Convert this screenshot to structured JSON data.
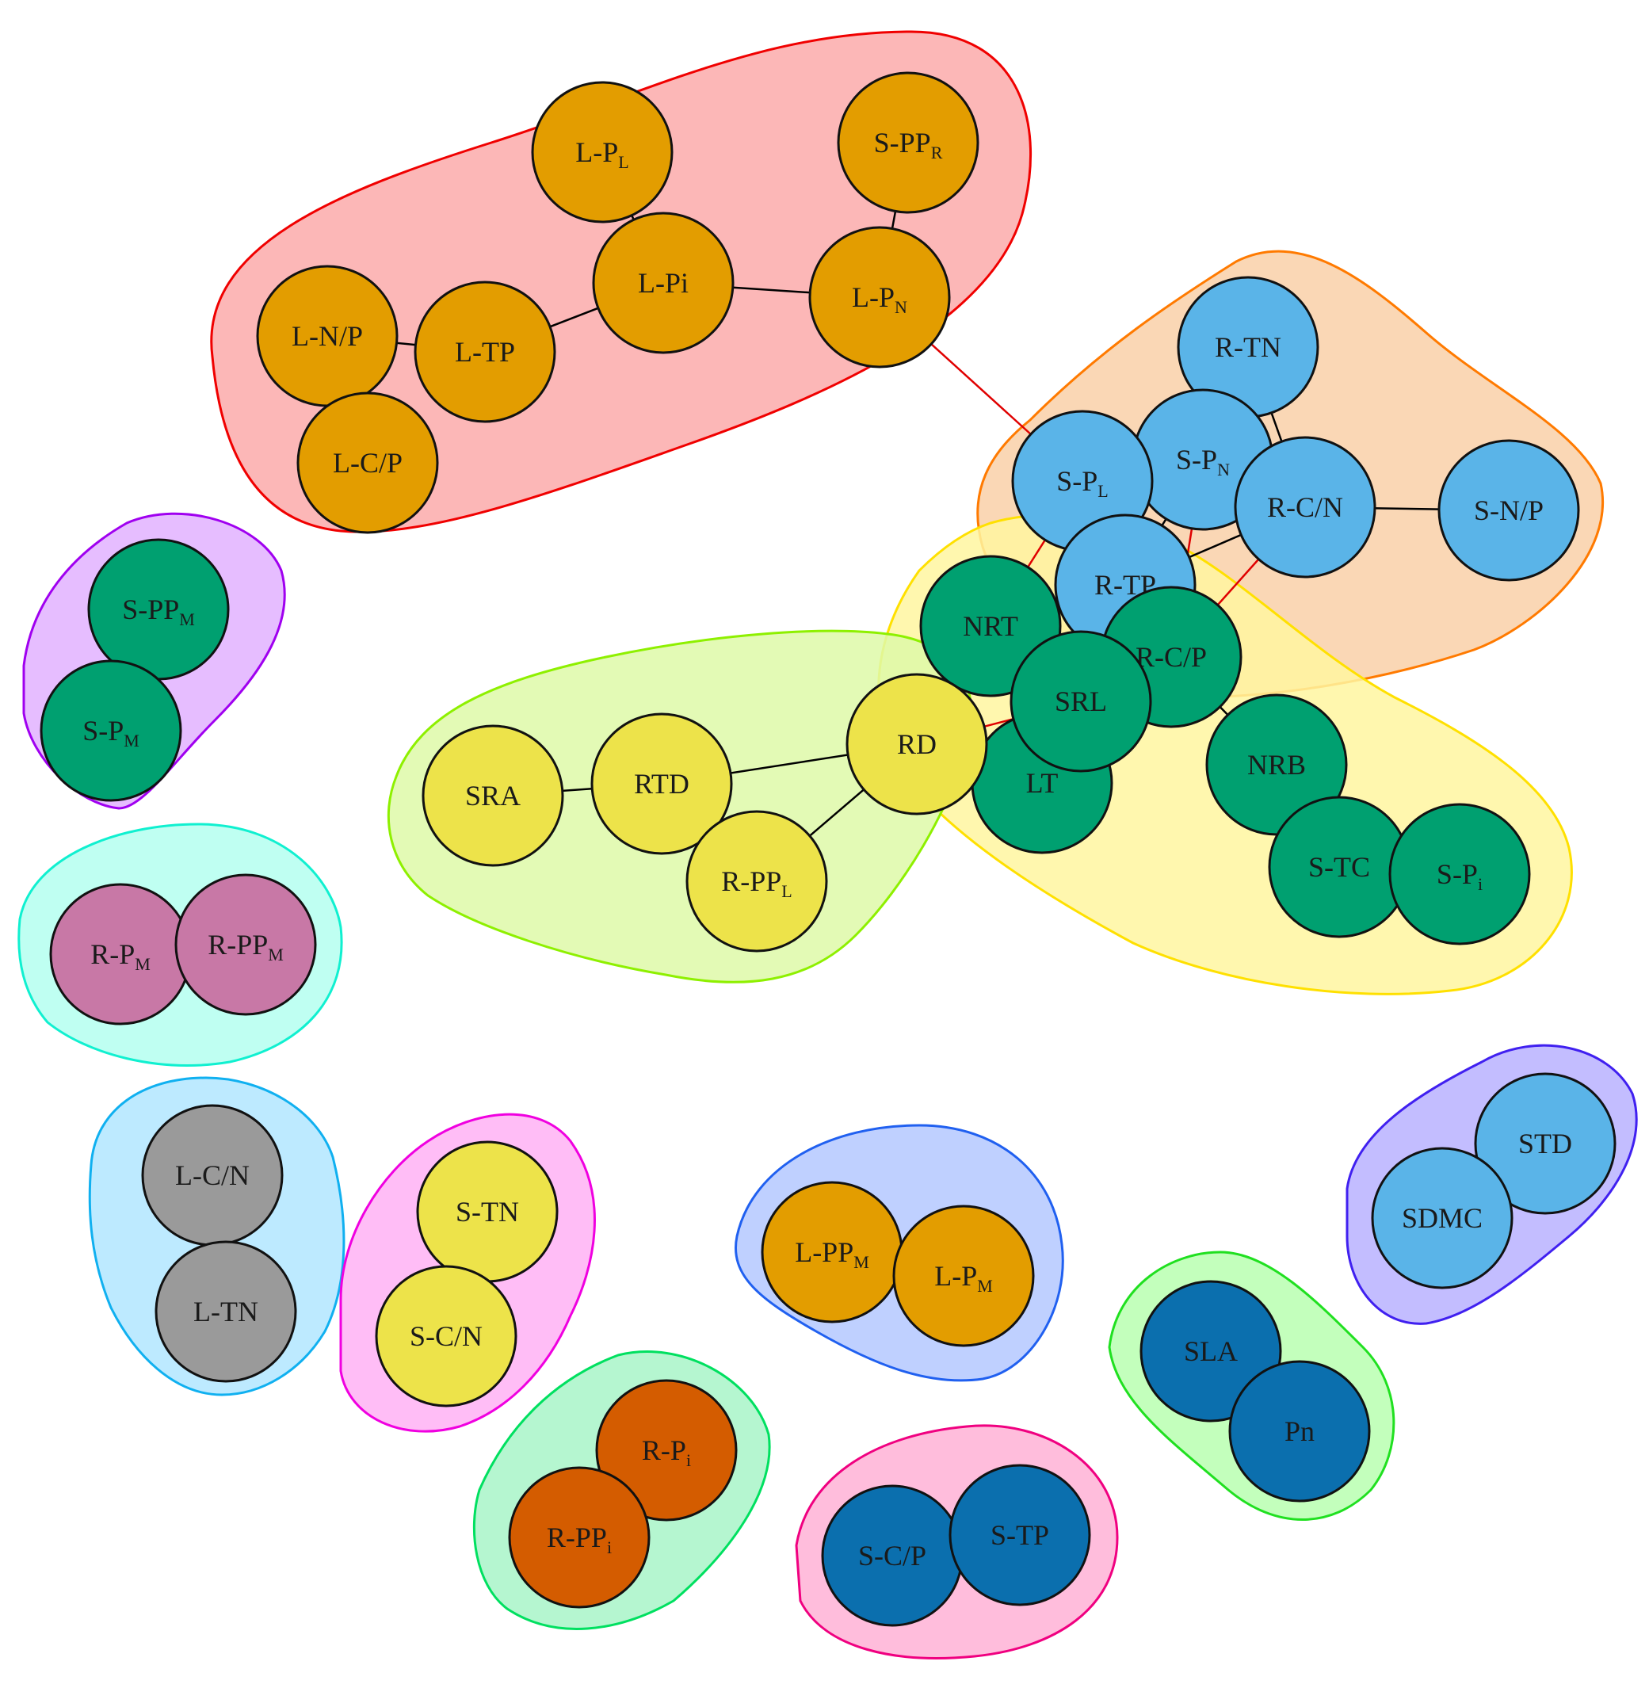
{
  "colors": {
    "orange_node": "#e39d00",
    "blue_node": "#5ab4e8",
    "green_node": "#00a070",
    "yellow_node": "#ede34a",
    "mauve_node": "#c878a6",
    "gray_node": "#9a9a9a",
    "rust_node": "#d45c00",
    "darkblue_node": "#0b6fae",
    "edge_black": "#000000",
    "edge_red": "#e00000"
  },
  "groups": [
    {
      "id": "g-red",
      "fill": "#fbaaaa",
      "stroke": "#f00000"
    },
    {
      "id": "g-orange",
      "fill": "#f9d0a8",
      "stroke": "#ff7a00"
    },
    {
      "id": "g-yellow",
      "fill": "#fff6a0",
      "stroke": "#ffe000"
    },
    {
      "id": "g-lime",
      "fill": "#def9a8",
      "stroke": "#8ef000"
    },
    {
      "id": "g-purple",
      "fill": "#e2b2ff",
      "stroke": "#a000f0"
    },
    {
      "id": "g-cyan",
      "fill": "#b4fff0",
      "stroke": "#10f0d0"
    },
    {
      "id": "g-sky",
      "fill": "#b2e6ff",
      "stroke": "#10b0f0"
    },
    {
      "id": "g-magenta",
      "fill": "#ffb2f4",
      "stroke": "#f000e0"
    },
    {
      "id": "g-mint",
      "fill": "#a8f5c8",
      "stroke": "#00e060"
    },
    {
      "id": "g-blue",
      "fill": "#b4c8ff",
      "stroke": "#2060f0"
    },
    {
      "id": "g-pink",
      "fill": "#ffb2d6",
      "stroke": "#f00080"
    },
    {
      "id": "g-green",
      "fill": "#b8ffb0",
      "stroke": "#20e020"
    },
    {
      "id": "g-violet",
      "fill": "#b8b2ff",
      "stroke": "#4020f0"
    }
  ],
  "nodes": [
    {
      "id": "L-PL",
      "text": "L-P",
      "sub": "L",
      "color": "#e39d00"
    },
    {
      "id": "S-PPR",
      "text": "S-PP",
      "sub": "R",
      "color": "#e39d00"
    },
    {
      "id": "L-Pi",
      "text": "L-Pi",
      "sub": "",
      "color": "#e39d00"
    },
    {
      "id": "L-PN",
      "text": "L-P",
      "sub": "N",
      "color": "#e39d00"
    },
    {
      "id": "L-N/P",
      "text": "L-N/P",
      "sub": "",
      "color": "#e39d00"
    },
    {
      "id": "L-TP",
      "text": "L-TP",
      "sub": "",
      "color": "#e39d00"
    },
    {
      "id": "L-C/P",
      "text": "L-C/P",
      "sub": "",
      "color": "#e39d00"
    },
    {
      "id": "R-TN",
      "text": "R-TN",
      "sub": "",
      "color": "#5ab4e8"
    },
    {
      "id": "S-PN",
      "text": "S-P",
      "sub": "N",
      "color": "#5ab4e8"
    },
    {
      "id": "S-PL",
      "text": "S-P",
      "sub": "L",
      "color": "#5ab4e8"
    },
    {
      "id": "R-C/N",
      "text": "R-C/N",
      "sub": "",
      "color": "#5ab4e8"
    },
    {
      "id": "S-N/P",
      "text": "S-N/P",
      "sub": "",
      "color": "#5ab4e8"
    },
    {
      "id": "R-TP",
      "text": "R-TP",
      "sub": "",
      "color": "#5ab4e8"
    },
    {
      "id": "LT",
      "text": "LT",
      "sub": "",
      "color": "#00a070"
    },
    {
      "id": "R-C/P",
      "text": "R-C/P",
      "sub": "",
      "color": "#00a070"
    },
    {
      "id": "NRT",
      "text": "NRT",
      "sub": "",
      "color": "#00a070"
    },
    {
      "id": "SRL",
      "text": "SRL",
      "sub": "",
      "color": "#00a070"
    },
    {
      "id": "NRB",
      "text": "NRB",
      "sub": "",
      "color": "#00a070"
    },
    {
      "id": "S-TC",
      "text": "S-TC",
      "sub": "",
      "color": "#00a070"
    },
    {
      "id": "S-Pi",
      "text": "S-P",
      "sub": "i",
      "color": "#00a070"
    },
    {
      "id": "S-PPM",
      "text": "S-PP",
      "sub": "M",
      "color": "#00a070"
    },
    {
      "id": "S-PM",
      "text": "S-P",
      "sub": "M",
      "color": "#00a070"
    },
    {
      "id": "SRA",
      "text": "SRA",
      "sub": "",
      "color": "#ede34a"
    },
    {
      "id": "RTD",
      "text": "RTD",
      "sub": "",
      "color": "#ede34a"
    },
    {
      "id": "RD",
      "text": "RD",
      "sub": "",
      "color": "#ede34a"
    },
    {
      "id": "R-PPL",
      "text": "R-PP",
      "sub": "L",
      "color": "#ede34a"
    },
    {
      "id": "R-PM",
      "text": "R-P",
      "sub": "M",
      "color": "#c878a6"
    },
    {
      "id": "R-PPM",
      "text": "R-PP",
      "sub": "M",
      "color": "#c878a6"
    },
    {
      "id": "L-C/N",
      "text": "L-C/N",
      "sub": "",
      "color": "#9a9a9a"
    },
    {
      "id": "L-TN",
      "text": "L-TN",
      "sub": "",
      "color": "#9a9a9a"
    },
    {
      "id": "S-TN",
      "text": "S-TN",
      "sub": "",
      "color": "#ede34a"
    },
    {
      "id": "S-C/N",
      "text": "S-C/N",
      "sub": "",
      "color": "#ede34a"
    },
    {
      "id": "L-PPM",
      "text": "L-PP",
      "sub": "M",
      "color": "#e39d00"
    },
    {
      "id": "L-PM",
      "text": "L-P",
      "sub": "M",
      "color": "#e39d00"
    },
    {
      "id": "R-Pi",
      "text": "R-P",
      "sub": "i",
      "color": "#d45c00"
    },
    {
      "id": "R-PPi",
      "text": "R-PP",
      "sub": "i",
      "color": "#d45c00"
    },
    {
      "id": "S-C/P",
      "text": "S-C/P",
      "sub": "",
      "color": "#0b6fae"
    },
    {
      "id": "S-TP",
      "text": "S-TP",
      "sub": "",
      "color": "#0b6fae"
    },
    {
      "id": "SLA",
      "text": "SLA",
      "sub": "",
      "color": "#0b6fae"
    },
    {
      "id": "Pn",
      "text": "Pn",
      "sub": "",
      "color": "#0b6fae"
    },
    {
      "id": "STD",
      "text": "STD",
      "sub": "",
      "color": "#5ab4e8"
    },
    {
      "id": "SDMC",
      "text": "SDMC",
      "sub": "",
      "color": "#5ab4e8"
    }
  ],
  "edges": [
    {
      "from": "L-PL",
      "to": "L-Pi",
      "color": "#000000"
    },
    {
      "from": "S-PPR",
      "to": "L-PN",
      "color": "#000000"
    },
    {
      "from": "L-Pi",
      "to": "L-PN",
      "color": "#000000"
    },
    {
      "from": "L-Pi",
      "to": "L-TP",
      "color": "#000000"
    },
    {
      "from": "L-N/P",
      "to": "L-TP",
      "color": "#000000"
    },
    {
      "from": "L-PN",
      "to": "S-PL",
      "color": "#e00000"
    },
    {
      "from": "R-TN",
      "to": "S-PN",
      "color": "#000000"
    },
    {
      "from": "R-TN",
      "to": "S-PL",
      "color": "#000000"
    },
    {
      "from": "R-TN",
      "to": "R-C/N",
      "color": "#000000"
    },
    {
      "from": "R-C/N",
      "to": "S-N/P",
      "color": "#000000"
    },
    {
      "from": "S-PN",
      "to": "R-TP",
      "color": "#000000"
    },
    {
      "from": "R-C/N",
      "to": "R-TP",
      "color": "#000000"
    },
    {
      "from": "S-PL",
      "to": "NRT",
      "color": "#e00000"
    },
    {
      "from": "S-PN",
      "to": "R-C/P",
      "color": "#e00000"
    },
    {
      "from": "R-C/N",
      "to": "R-C/P",
      "color": "#e00000"
    },
    {
      "from": "RTD",
      "to": "RD",
      "color": "#000000"
    },
    {
      "from": "SRA",
      "to": "RTD",
      "color": "#000000"
    },
    {
      "from": "R-PPL",
      "to": "RD",
      "color": "#000000"
    },
    {
      "from": "RD",
      "to": "NRT",
      "color": "#e00000"
    },
    {
      "from": "RD",
      "to": "SRL",
      "color": "#e00000"
    },
    {
      "from": "R-C/P",
      "to": "NRB",
      "color": "#000000"
    }
  ]
}
